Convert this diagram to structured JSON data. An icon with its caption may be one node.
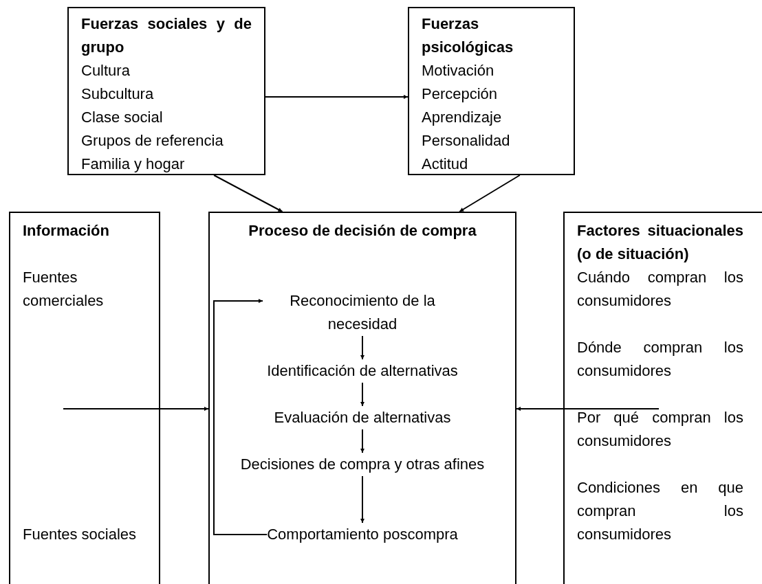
{
  "diagram": {
    "nodes": [
      {
        "text": [
          "Fuerzas sociales y de grupo",
          "Cultura",
          "Subcultura",
          "Clase social",
          "Grupos de referencia",
          "Familia y hogar"
        ]
      },
      {
        "text": [
          "Fuerzas psicológicas",
          "Motivación",
          "Percepción",
          "Aprendizaje",
          "Personalidad",
          "Actitud"
        ]
      },
      {
        "text": [
          "Información",
          "Fuentes comerciales",
          "Fuentes sociales"
        ]
      },
      {
        "text": [
          "Proceso de decisión de compra"
        ]
      },
      {
        "text": [
          "Reconocimiento de la necesidad"
        ],
        "in": 3
      },
      {
        "text": [
          "Identificación de alternativas"
        ],
        "in": 3
      },
      {
        "text": [
          "Evaluación de alternativas"
        ],
        "in": 3
      },
      {
        "text": [
          "Decisiones de compra y otras afines"
        ],
        "in": 3
      },
      {
        "text": [
          "Comportamiento poscompra"
        ],
        "in": 3
      },
      {
        "text": [
          "Factores situacionales (o de situación)",
          "Cuándo compran los consumidores",
          "Dónde compran los consumidores",
          "Por qué compran los consumidores",
          "Condiciones en que compran los consumidores"
        ]
      }
    ],
    "edges": [
      {
        "from": 0,
        "to": 1,
        "arrow": "to"
      },
      {
        "from": 0,
        "to": 3,
        "arrow": "to"
      },
      {
        "from": 1,
        "to": 3,
        "arrow": "to"
      },
      {
        "from": 2,
        "to": 3,
        "arrow": "to"
      },
      {
        "from": 9,
        "to": 3,
        "arrow": "to"
      },
      {
        "from": 4,
        "to": 5,
        "arrow": "to"
      },
      {
        "from": 5,
        "to": 6,
        "arrow": "to"
      },
      {
        "from": 6,
        "to": 7,
        "arrow": "to"
      },
      {
        "from": 7,
        "to": 8,
        "arrow": "to"
      },
      {
        "from": 8,
        "to": 4,
        "arrow": "to"
      }
    ]
  }
}
